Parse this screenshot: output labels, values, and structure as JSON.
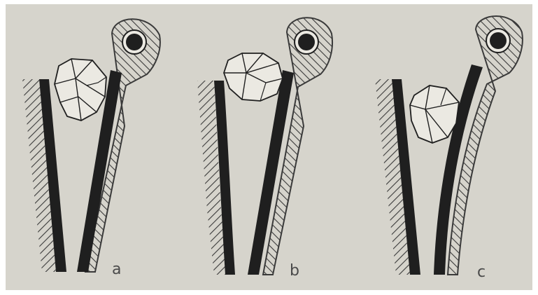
{
  "colors": {
    "background": "#d6d4cc",
    "ink": "#1f1f1f",
    "hatch": "#3a3a3a",
    "rock_face": "#ebe9e2"
  },
  "panels": [
    {
      "label": "a"
    },
    {
      "label": "b"
    },
    {
      "label": "c"
    }
  ]
}
